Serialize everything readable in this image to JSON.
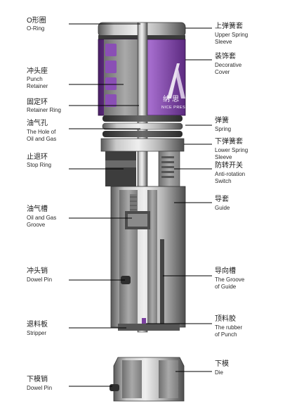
{
  "labels_left": [
    {
      "id": "o-ring",
      "zh": "O形圈",
      "en": [
        "O-Ring"
      ]
    },
    {
      "id": "punch-retainer",
      "zh": "冲头座",
      "en": [
        "Punch",
        "Retainer"
      ]
    },
    {
      "id": "retainer-ring",
      "zh": "固定环",
      "en": [
        "Retainer Ring"
      ]
    },
    {
      "id": "oil-gas-hole",
      "zh": "油气孔",
      "en": [
        "The Hole of",
        "Oil and Gas"
      ]
    },
    {
      "id": "stop-ring",
      "zh": "止退环",
      "en": [
        "Stop Ring"
      ]
    },
    {
      "id": "oil-gas-groove",
      "zh": "油气槽",
      "en": [
        "Oil and Gas",
        "Groove"
      ]
    },
    {
      "id": "dowel-pin",
      "zh": "冲头销",
      "en": [
        "Dowel Pin"
      ]
    },
    {
      "id": "stripper",
      "zh": "退料板",
      "en": [
        "Stripper"
      ]
    },
    {
      "id": "lower-dowel-pin",
      "zh": "下模销",
      "en": [
        "Dowel Pin"
      ]
    }
  ],
  "labels_right": [
    {
      "id": "upper-spring-sleeve",
      "zh": "上弹簧套",
      "en": [
        "Upper Spring",
        "Sleeve"
      ]
    },
    {
      "id": "decorative-cover",
      "zh": "装饰套",
      "en": [
        "Decorative",
        "Cover"
      ]
    },
    {
      "id": "spring",
      "zh": "弹簧",
      "en": [
        "Spring"
      ]
    },
    {
      "id": "lower-spring-sleeve",
      "zh": "下弹簧套",
      "en": [
        "Lower Spring",
        "Sleeve"
      ]
    },
    {
      "id": "anti-rotation-switch",
      "zh": "防转开关",
      "en": [
        "Anti-rotation",
        "Switch"
      ]
    },
    {
      "id": "guide",
      "zh": "导套",
      "en": [
        "Guide"
      ]
    },
    {
      "id": "groove-of-guide",
      "zh": "导向槽",
      "en": [
        "The Groove",
        "of Guide"
      ]
    },
    {
      "id": "rubber-of-punch",
      "zh": "顶料胶",
      "en": [
        "The rubber",
        "of Punch"
      ]
    },
    {
      "id": "die",
      "zh": "下模",
      "en": [
        "Die"
      ]
    }
  ],
  "logo": {
    "glyphs": "纳 思",
    "subtext": "NICE PRESS"
  },
  "colors": {
    "accent": "#7b3fa0",
    "leader": "#000000",
    "metal": "#9a9a9a"
  }
}
